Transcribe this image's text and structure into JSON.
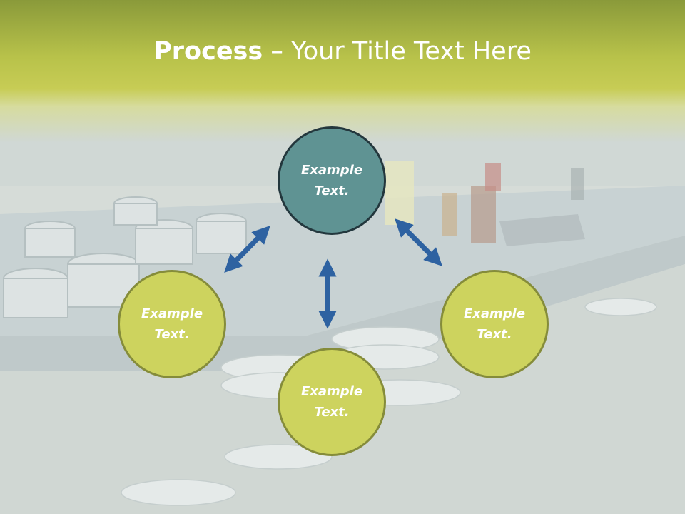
{
  "slide": {
    "title_bold": "Process",
    "title_rest": " – Your Title Text Here"
  },
  "nodes": [
    {
      "id": "top",
      "line1": "Example",
      "line2": "Text."
    },
    {
      "id": "left",
      "line1": "Example",
      "line2": "Text."
    },
    {
      "id": "bottom",
      "line1": "Example",
      "line2": "Text."
    },
    {
      "id": "right",
      "line1": "Example",
      "line2": "Text."
    }
  ],
  "colors": {
    "header": "#c7cc55",
    "top_node": "#5f9393",
    "side_node": "#cdd35e",
    "arrow": "#2e62a1"
  }
}
